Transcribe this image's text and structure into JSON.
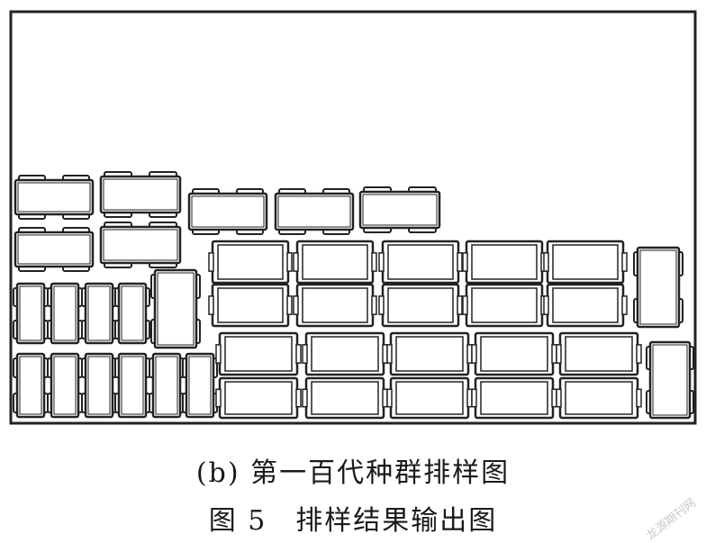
{
  "caption": {
    "subfigure": "(b) 第一百代种群排样图",
    "figure": "图 5　排样结果输出图"
  },
  "watermark": "龙源期刊网",
  "colors": {
    "stroke": "#222222",
    "fill": "#ffffff"
  }
}
